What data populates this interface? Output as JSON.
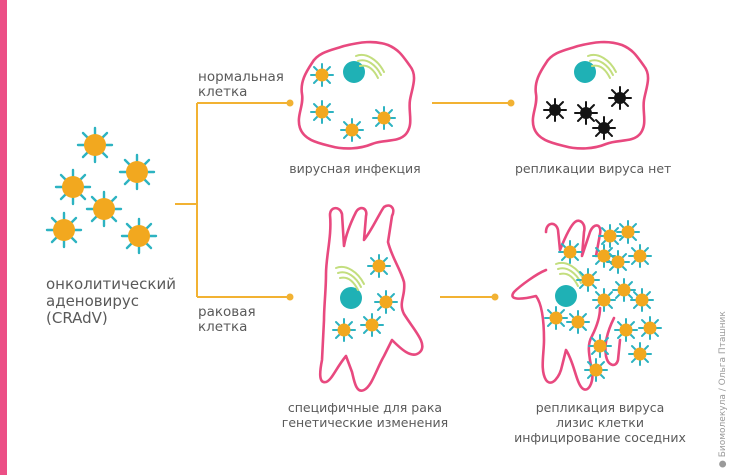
{
  "virus_label": {
    "line1": "онколитический",
    "line2": "аденовирус",
    "line3": "(CRAdV)"
  },
  "branches": {
    "normal": {
      "line1": "нормальная",
      "line2": "клетка"
    },
    "cancer": {
      "line1": "раковая",
      "line2": "клетка"
    }
  },
  "captions": {
    "viral_infection": "вирусная инфекция",
    "no_replication": "репликации вируса нет",
    "specific_changes": {
      "line1": "специфичные для рака",
      "line2": "генетические изменения"
    },
    "replication": {
      "line1": "репликация вируса",
      "line2": "лизис клетки",
      "line3": "инфицирование соседних"
    }
  },
  "credit": "Биомолекула / Ольга Пташник",
  "colors": {
    "accent_bar": "#ec4f86",
    "cell_membrane": "#e8497f",
    "nucleus": "#1fb1b5",
    "golgi": "#c3de7e",
    "virus_core": "#f2a81f",
    "virus_spikes": "#2db3c1",
    "arrows": "#f2b233",
    "inactive_virus": "#151515"
  }
}
